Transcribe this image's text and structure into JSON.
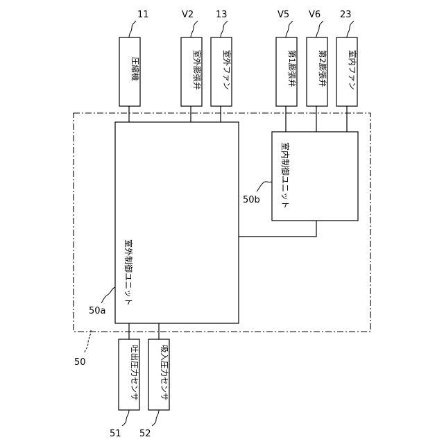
{
  "diagram": {
    "control_device": {
      "ref": "50"
    },
    "outdoor_unit": {
      "label": "室外制御ユニット",
      "ref": "50a"
    },
    "indoor_unit": {
      "label": "室内制御ユニット",
      "ref": "50b"
    },
    "top_devices": [
      {
        "label": "圧縮機",
        "ref": "11"
      },
      {
        "label": "室外膨張弁",
        "ref": "V2"
      },
      {
        "label": "室外ファン",
        "ref": "13"
      },
      {
        "label": "第1膨張弁",
        "ref": "V5"
      },
      {
        "label": "第2膨張弁",
        "ref": "V6"
      },
      {
        "label": "室内ファン",
        "ref": "23"
      }
    ],
    "bottom_sensors": [
      {
        "label": "吐出圧力センサ",
        "ref": "51"
      },
      {
        "label": "吸入圧力センサ",
        "ref": "52"
      }
    ]
  }
}
